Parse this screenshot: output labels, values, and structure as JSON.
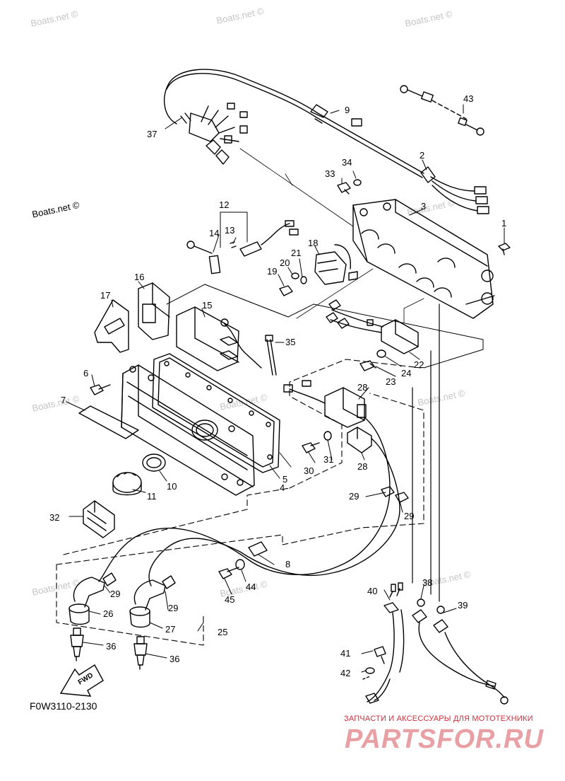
{
  "watermarks": [
    "Boats.net ©",
    "Boats.net ©",
    "Boats.net ©",
    "Boats.net ©",
    "Boats.net ©",
    "Boats.net ©",
    "Boats.net ©",
    "Boats.net ©",
    "Boats.net ©",
    "Boats.net ©",
    "Boats.net ©"
  ],
  "diagram_code": "F0W3110-2130",
  "fwd_label": "FWD",
  "brand": {
    "tagline": "ЗАПЧАСТИ И АКСЕССУАРЫ ДЛЯ МОТОТЕХНИКИ",
    "name": "PARTSFOR.RU"
  },
  "colors": {
    "line": "#000000",
    "watermark": "#c4c4c4",
    "brand_red": "#c8323c",
    "brand_pink": "#e8a0a4"
  },
  "callouts": {
    "c1": "1",
    "c2": "2",
    "c3": "3",
    "c4": "4",
    "c5": "5",
    "c6": "6",
    "c7": "7",
    "c8": "8",
    "c9": "9",
    "c10": "10",
    "c11": "11",
    "c12": "12",
    "c13": "13",
    "c14": "14",
    "c15": "15",
    "c16": "16",
    "c17": "17",
    "c18": "18",
    "c19": "19",
    "c20": "20",
    "c21": "21",
    "c22": "22",
    "c23": "23",
    "c24": "24",
    "c25": "25",
    "c26": "26",
    "c27": "27",
    "c28a": "28",
    "c28b": "28",
    "c29a": "29",
    "c29b": "29",
    "c29c": "29",
    "c29d": "29",
    "c30": "30",
    "c31": "31",
    "c32": "32",
    "c33": "33",
    "c34": "34",
    "c35": "35",
    "c36a": "36",
    "c36b": "36",
    "c37": "37",
    "c38": "38",
    "c39": "39",
    "c40": "40",
    "c41": "41",
    "c42": "42",
    "c43": "43",
    "c44": "44",
    "c45": "45"
  }
}
